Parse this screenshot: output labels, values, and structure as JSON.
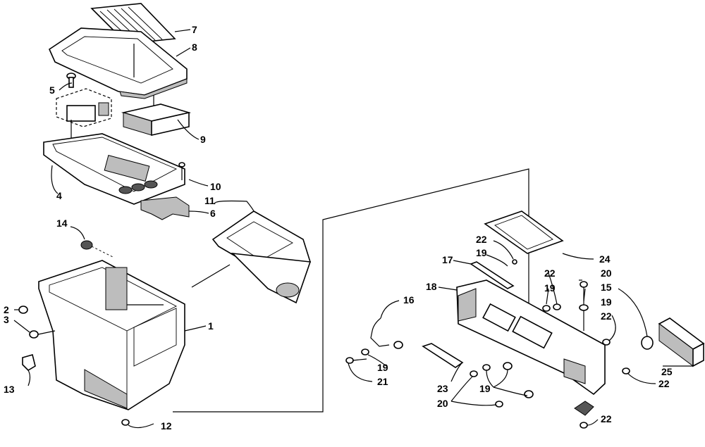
{
  "callouts": {
    "c1": "1",
    "c2": "2",
    "c3": "3",
    "c4": "4",
    "c5": "5",
    "c6": "6",
    "c7": "7",
    "c8": "8",
    "c9": "9",
    "c10": "10",
    "c11": "11",
    "c12": "12",
    "c13": "13",
    "c14": "14",
    "c15": "15",
    "c16": "16",
    "c17": "17",
    "c18": "18",
    "c19a": "19",
    "c19b": "19",
    "c19c": "19",
    "c19d": "19",
    "c19e": "19",
    "c20a": "20",
    "c20b": "20",
    "c21": "21",
    "c22a": "22",
    "c22b": "22",
    "c22c": "22",
    "c22d": "22",
    "c22e": "22",
    "c23": "23",
    "c24": "24",
    "c25": "25"
  }
}
